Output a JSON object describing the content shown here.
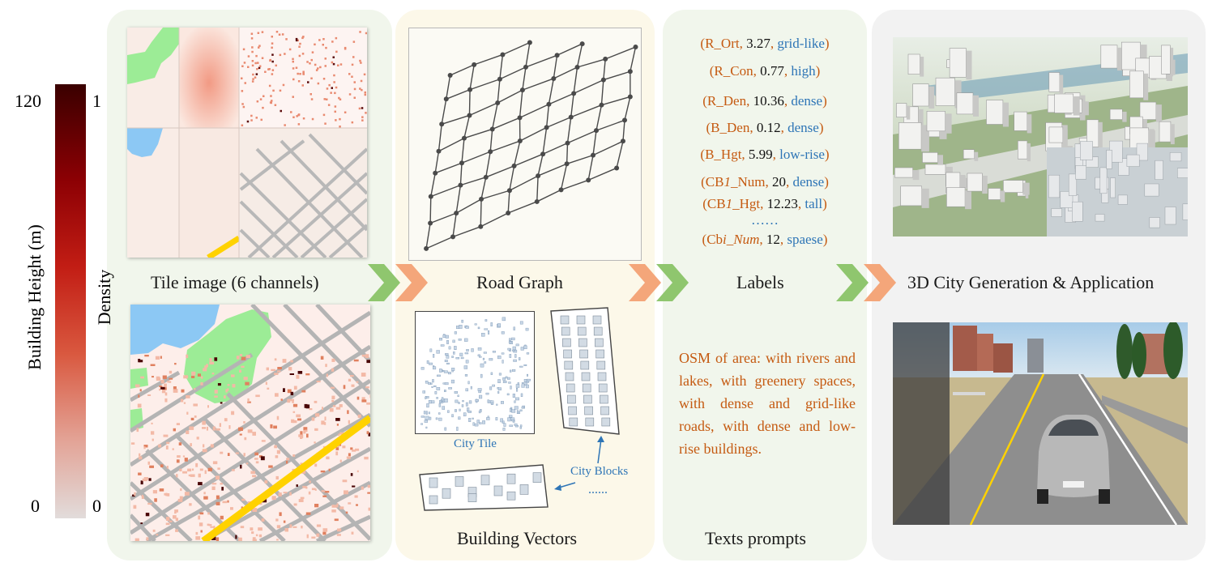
{
  "colorbar": {
    "height_label": "Building Height (m)",
    "density_label": "Density",
    "height_max": "120",
    "height_min": "0",
    "density_max": "1",
    "density_min": "0"
  },
  "sections": {
    "tile": "Tile image (6 channels)",
    "road": "Road Graph",
    "labels": "Labels",
    "city3d": "3D City Generation & Application",
    "building": "Building Vectors",
    "texts": "Texts prompts"
  },
  "building_vectors": {
    "city_tile": "City Tile",
    "city_blocks": "City Blocks",
    "ellipsis": "......"
  },
  "labels": [
    {
      "name": "R_Ort",
      "value": "3.27",
      "desc": "grid-like"
    },
    {
      "name": "R_Con",
      "value": "0.77",
      "desc": "high"
    },
    {
      "name": "R_Den",
      "value": "10.36",
      "desc": "dense"
    },
    {
      "name": "B_Den",
      "value": "0.12",
      "desc": "dense"
    },
    {
      "name": "B_Hgt",
      "value": "5.99",
      "desc": "low-rise"
    },
    {
      "name": "CB1_Num",
      "value": "20",
      "desc": "dense"
    },
    {
      "name": "CB1_Hgt",
      "value": "12.23",
      "desc": "tall"
    },
    {
      "name": "Cbi_Num",
      "value": "12",
      "desc": "spaese"
    }
  ],
  "labels_ellipsis": "……",
  "prompt_text": "OSM of area: with rivers and lakes, with greenery spaces, with dense and grid-like roads, with dense and low-rise buildings.",
  "colors": {
    "orange": "#c55a11",
    "blue": "#2e75b6",
    "arrow_green": "#8fc66e",
    "arrow_orange": "#f4a67a",
    "road_gray": "#b0b0b0",
    "water": "#8cc8f4",
    "green_space": "#9cec96",
    "highway": "#ffd200"
  }
}
